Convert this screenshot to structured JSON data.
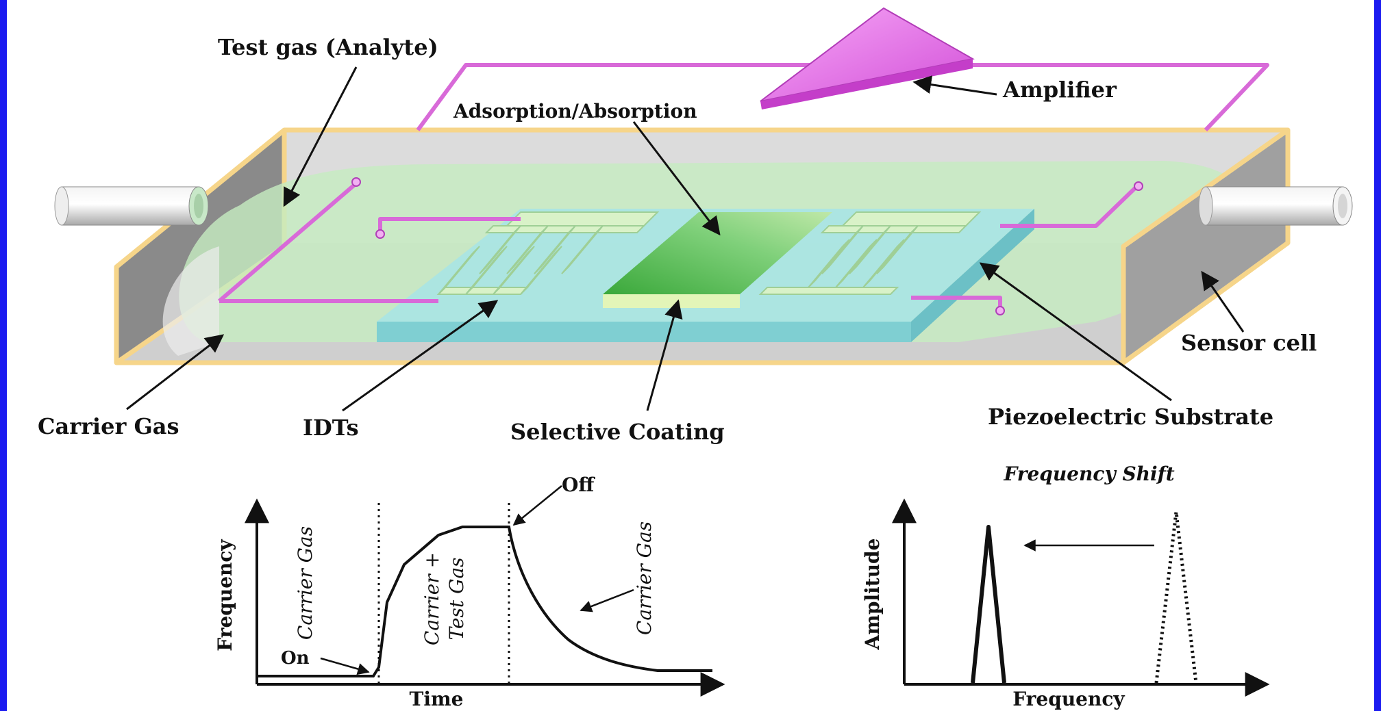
{
  "labels": {
    "test_gas": "Test gas (Analyte)",
    "adsorption": "Adsorption/Absorption",
    "amplifier": "Amplifier",
    "sensor_cell": "Sensor cell",
    "carrier_gas": "Carrier Gas",
    "idts": "IDTs",
    "selective_coating": "Selective Coating",
    "piezo_substrate": "Piezoelectric Substrate"
  },
  "left_graph": {
    "ylabel": "Frequency",
    "xlabel": "Time",
    "region1": "Carrier Gas",
    "region2_line1": "Carrier +",
    "region2_line2": "Test Gas",
    "region3": "Carrier Gas",
    "on_label": "On",
    "off_label": "Off"
  },
  "right_graph": {
    "title": "Frequency Shift",
    "ylabel": "Amplitude",
    "xlabel": "Frequency"
  },
  "colors": {
    "frame": "#1b1bf0",
    "cell_border": "#f6d58a",
    "wire": "#d86ad8",
    "amplifier": "#e060e8",
    "gas": "#c6ecc0",
    "substrate": "#a8e4e4",
    "coating": "#5cc050"
  }
}
